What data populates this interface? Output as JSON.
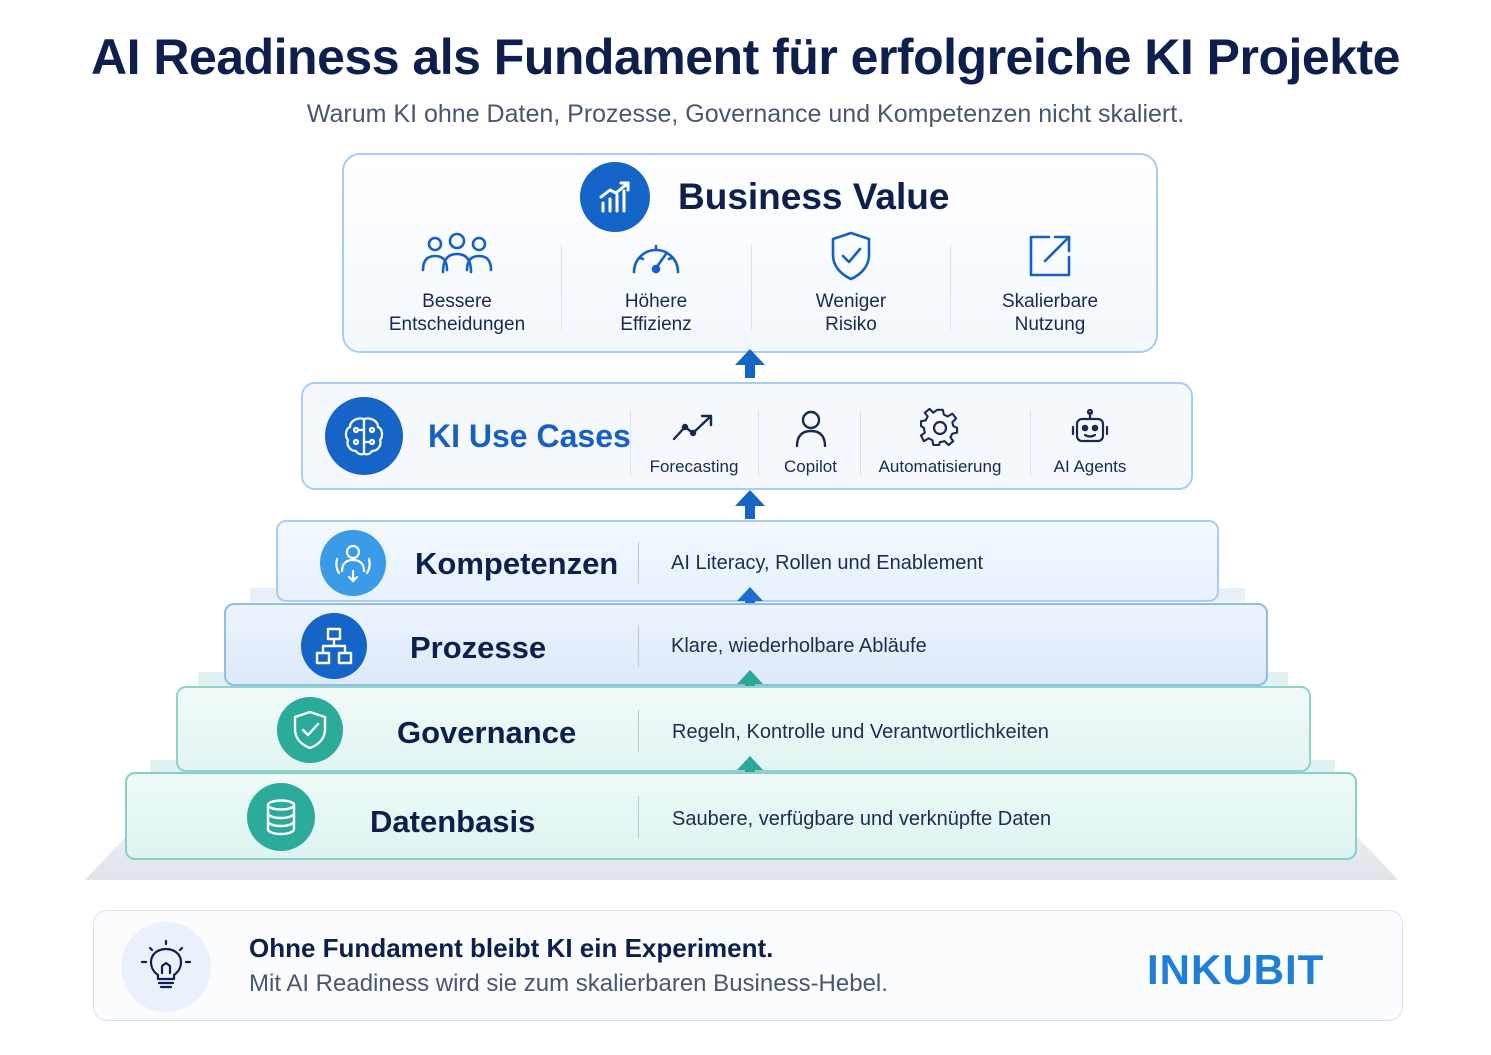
{
  "title": "AI Readiness als Fundament für erfolgreiche KI Projekte",
  "subtitle": "Warum KI ohne Daten, Prozesse, Governance und Kompetenzen nicht skaliert.",
  "business_value": {
    "label": "Business Value",
    "icon": "chart-growth-icon",
    "items": [
      {
        "icon": "people-group-icon",
        "line1": "Bessere",
        "line2": "Entscheidungen"
      },
      {
        "icon": "speedometer-icon",
        "line1": "Höhere",
        "line2": "Effizienz"
      },
      {
        "icon": "shield-check-icon",
        "line1": "Weniger",
        "line2": "Risiko"
      },
      {
        "icon": "external-scale-icon",
        "line1": "Skalierbare",
        "line2": "Nutzung"
      }
    ]
  },
  "use_cases": {
    "label": "KI Use Cases",
    "icon": "brain-circuit-icon",
    "items": [
      {
        "icon": "trend-line-icon",
        "label": "Forecasting"
      },
      {
        "icon": "person-icon",
        "label": "Copilot"
      },
      {
        "icon": "gear-icon",
        "label": "Automatisierung"
      },
      {
        "icon": "robot-icon",
        "label": "AI Agents"
      }
    ]
  },
  "layers": [
    {
      "key": "kompetenzen",
      "icon": "person-learning-icon",
      "name": "Kompetenzen",
      "desc": "AI Literacy, Rollen und Enablement"
    },
    {
      "key": "prozesse",
      "icon": "process-flow-icon",
      "name": "Prozesse",
      "desc": "Klare, wiederholbare Abläufe"
    },
    {
      "key": "governance",
      "icon": "shield-check-icon",
      "name": "Governance",
      "desc": "Regeln, Kontrolle und Verantwortlichkeiten"
    },
    {
      "key": "datenbasis",
      "icon": "database-icon",
      "name": "Datenbasis",
      "desc": "Saubere, verfügbare und verknüpfte Daten"
    }
  ],
  "banner": {
    "icon": "lightbulb-icon",
    "headline": "Ohne Fundament bleibt KI ein Experiment.",
    "text": "Mit AI Readiness wird sie zum skalierbaren Business-Hebel.",
    "brand": "INKUBIT"
  },
  "colors": {
    "navy": "#0e1f4d",
    "primary_blue": "#1565c9",
    "light_blue": "#3a9be8",
    "teal": "#2bab9a",
    "brand": "#1f7fd6"
  }
}
